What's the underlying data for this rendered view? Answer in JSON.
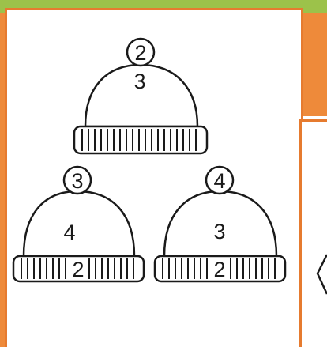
{
  "hats": [
    {
      "pompom": "2",
      "crown": "3",
      "band": ""
    },
    {
      "pompom": "3",
      "crown": "4",
      "band": "2"
    },
    {
      "pompom": "4",
      "crown": "3",
      "band": "2"
    }
  ],
  "colors": {
    "frame_orange": "#e67b2f",
    "top_green": "#9cc24a",
    "ink": "#1a1a1a",
    "paper": "#ffffff"
  }
}
